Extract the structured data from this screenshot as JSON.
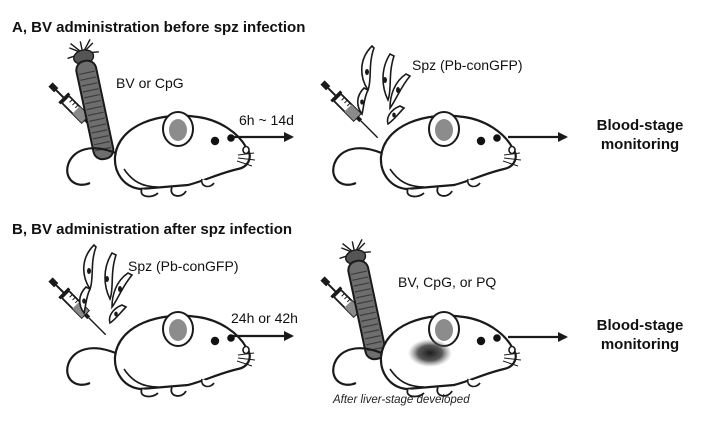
{
  "panel_a": {
    "title": "A, BV administration before spz infection",
    "agent_label": "BV or CpG",
    "spz_label": "Spz (Pb-conGFP)",
    "interval_label": "6h ~ 14d",
    "outcome_line1": "Blood-stage",
    "outcome_line2": "monitoring"
  },
  "panel_b": {
    "title": "B, BV administration after spz infection",
    "spz_label": "Spz (Pb-conGFP)",
    "interval_label": "24h or 42h",
    "agent_label": "BV, CpG, or PQ",
    "outcome_line1": "Blood-stage",
    "outcome_line2": "monitoring",
    "note": "After liver-stage developed"
  },
  "colors": {
    "outline": "#1a1a1a",
    "mouse_body": "#ffffff",
    "ear_inner": "#8c8c8c",
    "vial": "#6e6e6e",
    "liver_spot": "#2a2a2a"
  }
}
